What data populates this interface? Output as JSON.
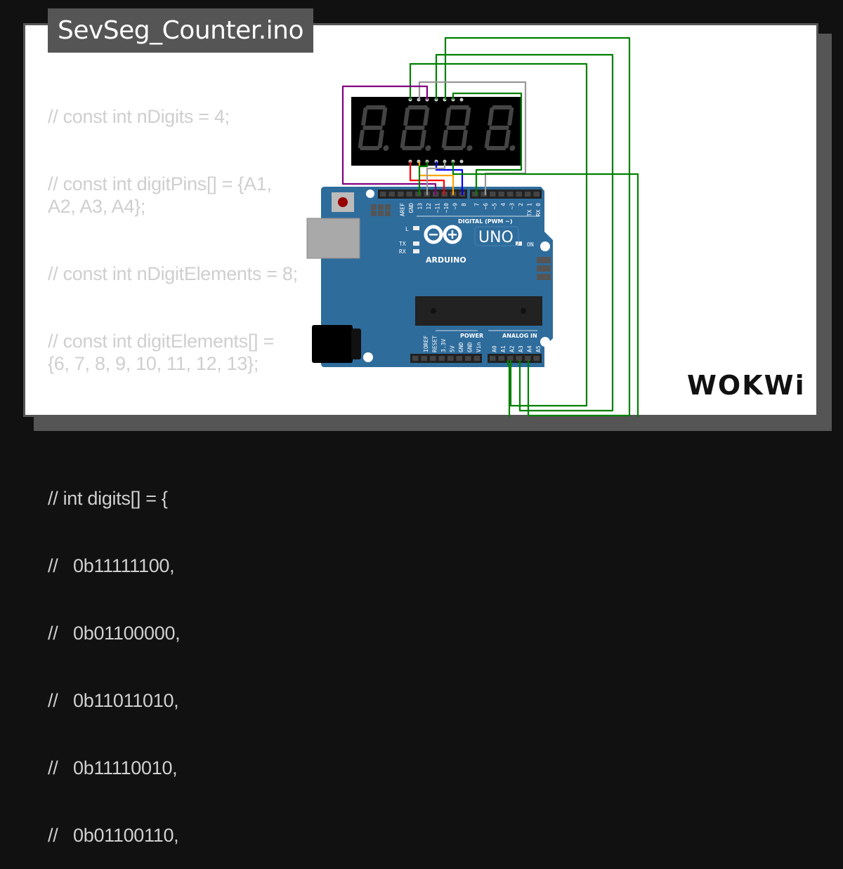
{
  "file_tab": {
    "title": "SevSeg_Counter.ino"
  },
  "code_lines": [
    "// const int nDigits = 4;",
    "// const int digitPins[] = {A1, A2, A3, A4};",
    "// const int nDigitElements = 8;",
    "// const int digitElements[] = {6, 7, 8, 9, 10, 11, 12, 13};",
    "",
    "// int digits[] = {",
    "//   0b11111100,",
    "//   0b01100000,",
    "//   0b11011010,",
    "//   0b11110010,",
    "//   0b01100110,"
  ],
  "circuit": {
    "display": {
      "digits": 4,
      "segment_color": "#444444",
      "background": "#000000"
    },
    "board": {
      "color": "#2e6c9c",
      "name": "UNO",
      "brand": "ARDUINO",
      "digital_header_label": "DIGITAL (PWM ~)",
      "digital_pins_left": [
        "AREF",
        "GND",
        "13",
        "12",
        "~11",
        "~10",
        "~9",
        "8"
      ],
      "digital_pins_right": [
        "7",
        "~6",
        "~5",
        "4",
        "~3",
        "2",
        "TX 1",
        "RX 0"
      ],
      "led_labels": {
        "l": "L",
        "tx": "TX",
        "rx": "RX",
        "on": "ON"
      },
      "power_label": "POWER",
      "power_pins": [
        "IOREF",
        "RESET",
        "3.3V",
        "5V",
        "GND",
        "GND",
        "Vin"
      ],
      "analog_label": "ANALOG IN",
      "analog_pins": [
        "A0",
        "A1",
        "A2",
        "A3",
        "A4",
        "A5"
      ]
    },
    "wire_colors": {
      "green": "#008000",
      "gray": "#999999",
      "purple": "#800080",
      "red": "#ff0000",
      "orange": "#ffa500",
      "blue": "#0000ff"
    }
  },
  "logo": {
    "text": "WOKWi"
  }
}
